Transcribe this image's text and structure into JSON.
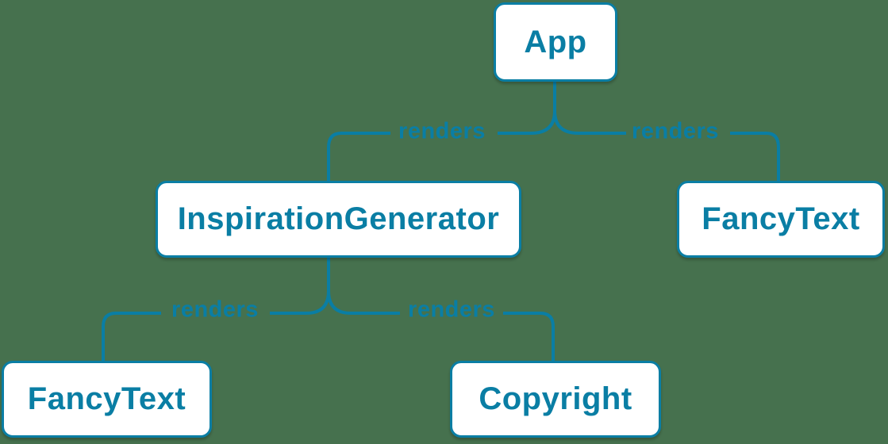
{
  "diagram": {
    "title_hint": "React render tree",
    "colors": {
      "background": "#46714e",
      "accent": "#0a7ea4",
      "node_fill": "#ffffff"
    },
    "nodes": {
      "app": {
        "label": "App"
      },
      "inspiration_generator": {
        "label": "InspirationGenerator"
      },
      "fancy_text_right": {
        "label": "FancyText"
      },
      "fancy_text_left": {
        "label": "FancyText"
      },
      "copyright": {
        "label": "Copyright"
      }
    },
    "edges": [
      {
        "from": "App",
        "to": "InspirationGenerator",
        "label": "renders"
      },
      {
        "from": "App",
        "to": "FancyText",
        "label": "renders"
      },
      {
        "from": "InspirationGenerator",
        "to": "FancyText",
        "label": "renders"
      },
      {
        "from": "InspirationGenerator",
        "to": "Copyright",
        "label": "renders"
      }
    ]
  }
}
